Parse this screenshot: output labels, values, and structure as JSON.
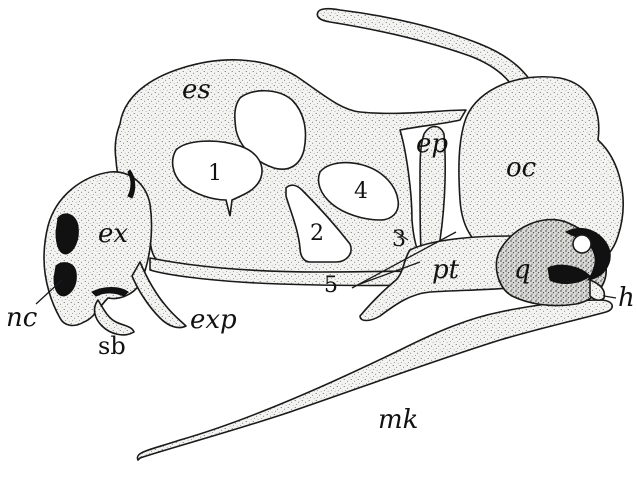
{
  "figure": {
    "labels": {
      "es": "es",
      "ep": "ep",
      "oc": "oc",
      "ex": "ex",
      "nc": "nc",
      "sb": "sb",
      "exp": "exp",
      "pt": "pt",
      "q": "q",
      "h": "h",
      "mk": "mk",
      "n1": "1",
      "n2": "2",
      "n3": "3",
      "n4": "4",
      "n5": "5"
    }
  }
}
